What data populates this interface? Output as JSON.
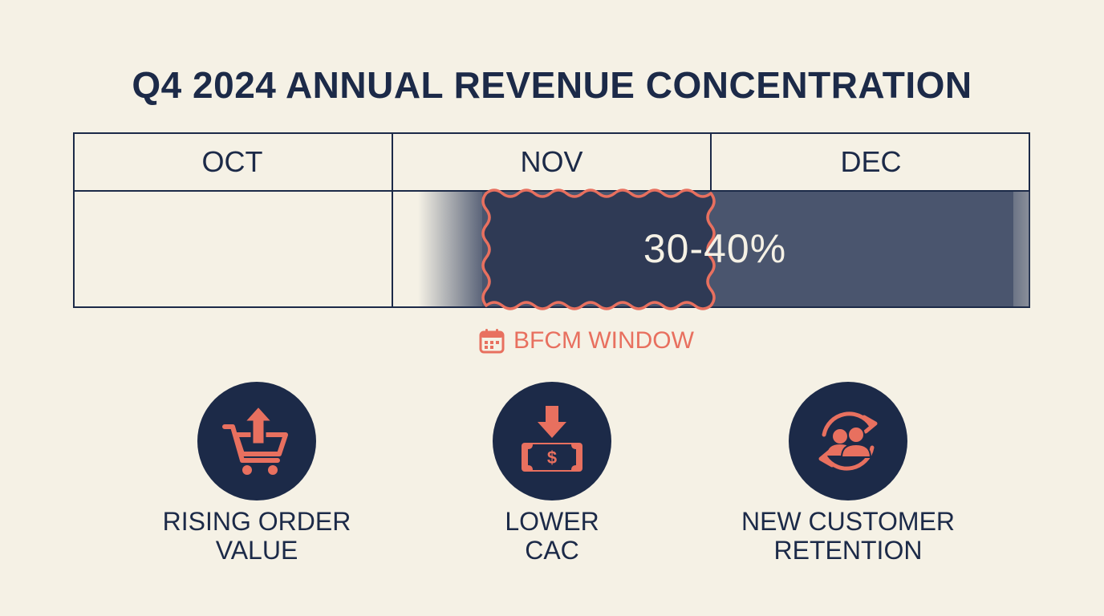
{
  "title": "Q4 2024 ANNUAL REVENUE CONCENTRATION",
  "months": [
    "OCT",
    "NOV",
    "DEC"
  ],
  "peak_label": "30-40%",
  "window_label": "BFCM WINDOW",
  "drivers": [
    {
      "label_line1": "RISING ORDER",
      "label_line2": "VALUE",
      "icon": "cart-up-arrow-icon"
    },
    {
      "label_line1": "LOWER",
      "label_line2": "CAC",
      "icon": "money-down-arrow-icon"
    },
    {
      "label_line1": "NEW CUSTOMER",
      "label_line2": "RETENTION",
      "icon": "users-cycle-icon"
    }
  ],
  "colors": {
    "background": "#f5f1e5",
    "navy": "#1c2a48",
    "band": "#4a556e",
    "accent": "#e8705f"
  }
}
